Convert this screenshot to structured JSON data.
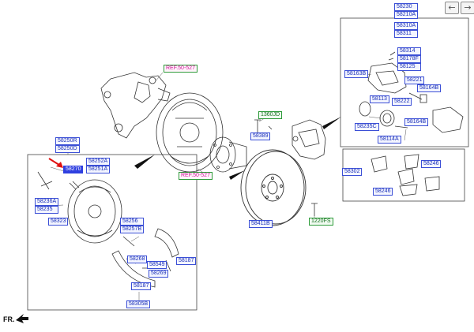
{
  "nav": {
    "prev_icon": "←",
    "next_icon": "→"
  },
  "front_label": "FR.",
  "colors": {
    "part_border": "#3b4fd6",
    "ref_text": "#d0179a",
    "hw_border": "#2e9b3a",
    "selected": "#2f3fe0",
    "arrow": "#e01010"
  },
  "labels": {
    "top_caliper": [
      "58230",
      "58210A"
    ],
    "caliper_assy": [
      "58310A",
      "58311"
    ],
    "bleed_set": [
      "58314",
      "58178F",
      "58125"
    ],
    "p58163b": "58163B",
    "p58221": "58221",
    "p58164b_a": "58164B",
    "p58113": "58113",
    "p58222": "58222",
    "p58235c": "58235C",
    "p58164b_b": "58164B",
    "p58114a": "58114A",
    "ref_top": "REF.50-527",
    "ref_mid": "REF.50-527",
    "p1360jd": "1360JD",
    "p58389": "58389",
    "p58302": "58302",
    "p58246_a": "58246",
    "p58246_b": "58246",
    "p58411b": "58411B",
    "p1220fs": "1220FS",
    "shoe_assy": [
      "58250R",
      "58250D"
    ],
    "p58252a": [
      "58252A",
      "58251A"
    ],
    "selected_part": "58270",
    "p58236a": [
      "58236A",
      "58235"
    ],
    "p58323": "58323",
    "p58256": [
      "58256",
      "58257B"
    ],
    "p58268": "58268",
    "p58549": "58549",
    "p58269": "58269",
    "p58187_a": "58187",
    "p58187_b": "58187",
    "p58305b": "58305B"
  }
}
